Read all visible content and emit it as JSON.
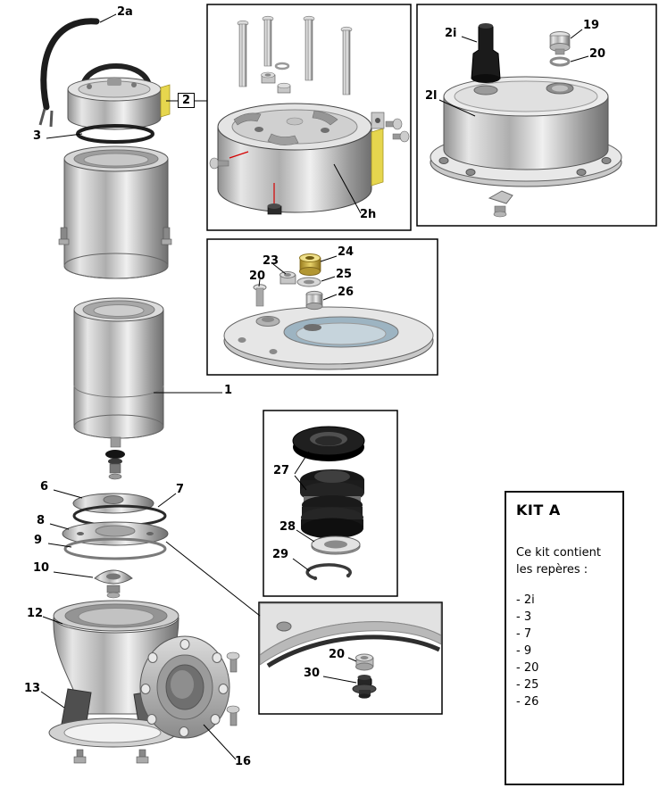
{
  "labels": {
    "cable": "2a",
    "oring": "3",
    "detail_ref": "2",
    "motor_top": "2h",
    "gland": "2i",
    "cover": "2l",
    "fitting": "19",
    "washer_cover": "20",
    "valve_nut": "23",
    "valve_fitting": "24",
    "valve_screw": "20",
    "valve_washer": "25",
    "valve_plug": "26",
    "motor_body": "1",
    "diffuser": "6",
    "diffuser_oring": "7",
    "plate": "8",
    "gasket": "9",
    "impeller": "10",
    "seal_seat": "27",
    "seal_washer": "28",
    "snap_ring": "29",
    "volute": "12",
    "foot": "13",
    "flange": "16",
    "plug_washer": "20",
    "drain_plug": "30"
  },
  "kit": {
    "title": "KIT A",
    "line1": "Ce kit contient",
    "line2": "les repères :",
    "items": [
      "- 2i",
      "- 3",
      "- 7",
      "- 9",
      "- 20",
      "- 25",
      "- 26"
    ]
  },
  "colors": {
    "highlight_yellow": "#e6d64e",
    "brass": "#d9bd4e",
    "red_leader": "#d40000"
  }
}
